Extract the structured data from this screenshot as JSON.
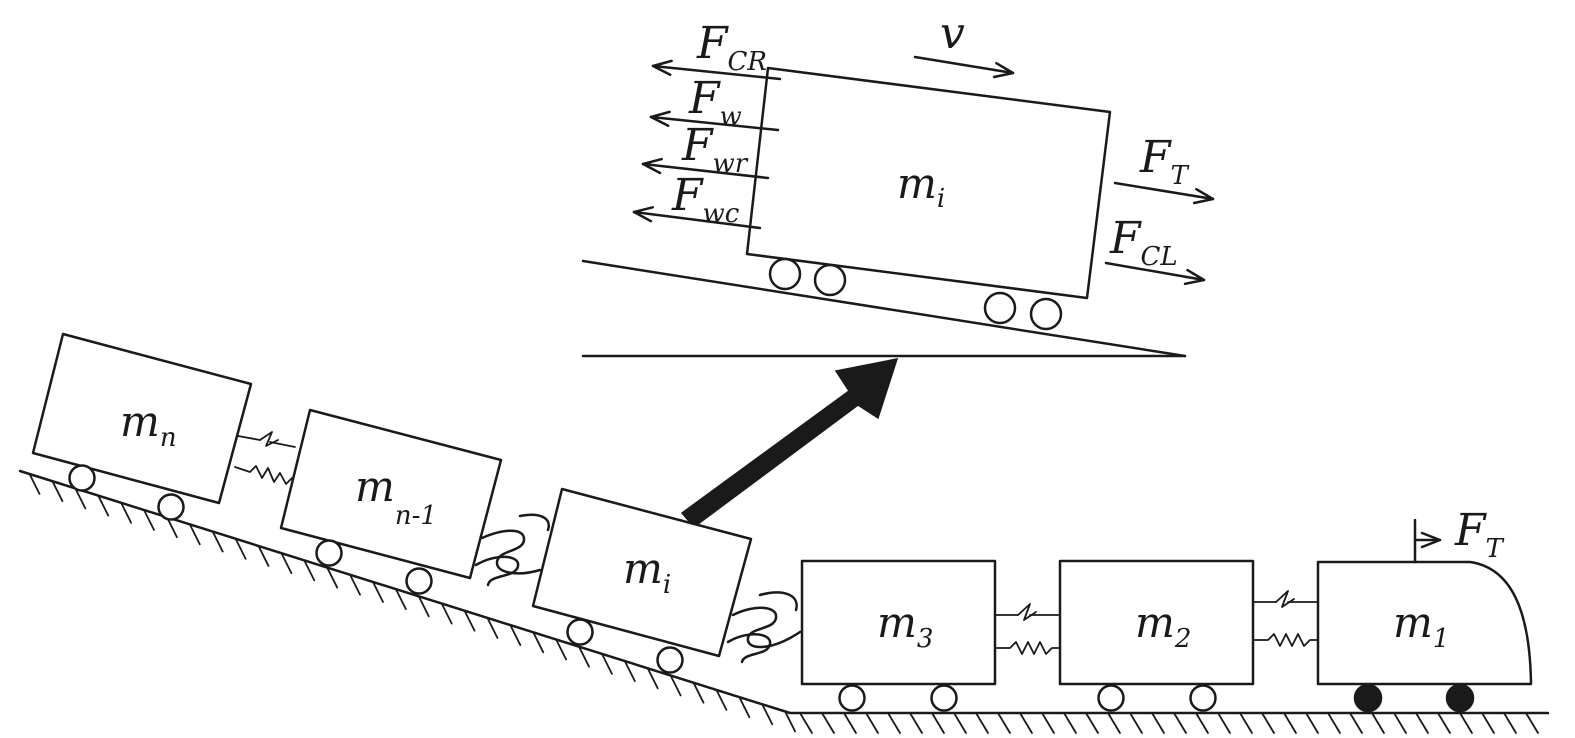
{
  "cars": [
    {
      "id": "mn",
      "symbol": "m",
      "subscript": "n"
    },
    {
      "id": "mn1",
      "symbol": "m",
      "subscript": "n-1"
    },
    {
      "id": "mi",
      "symbol": "m",
      "subscript": "i"
    },
    {
      "id": "m3",
      "symbol": "m",
      "subscript": "3"
    },
    {
      "id": "m2",
      "symbol": "m",
      "subscript": "2"
    },
    {
      "id": "m1",
      "symbol": "m",
      "subscript": "1"
    }
  ],
  "loco_force": {
    "symbol": "F",
    "subscript": "T"
  },
  "inset": {
    "mass": {
      "symbol": "m",
      "subscript": "i"
    },
    "velocity": {
      "symbol": "v"
    },
    "left_forces": [
      {
        "symbol": "F",
        "subscript": "CR"
      },
      {
        "symbol": "F",
        "subscript": "w"
      },
      {
        "symbol": "F",
        "subscript": "wr"
      },
      {
        "symbol": "F",
        "subscript": "wc"
      }
    ],
    "right_forces": [
      {
        "symbol": "F",
        "subscript": "T"
      },
      {
        "symbol": "F",
        "subscript": "CL"
      }
    ]
  }
}
